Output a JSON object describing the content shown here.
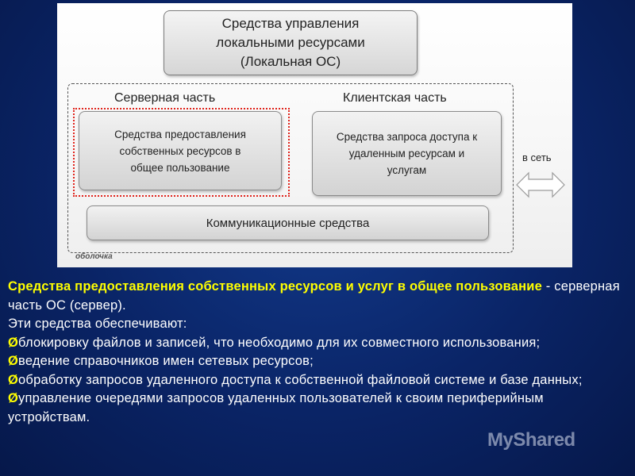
{
  "diagram": {
    "top_box": "Средства управления\nлокальными ресурсами\n(Локальная ОС)",
    "server_label": "Серверная часть",
    "client_label": "Клиентская часть",
    "server_box": "Средства предоставления\nсобственных ресурсов в\nобщее пользование",
    "client_box": "Средства запроса доступа к\nудаленным ресурсам и\nуслугам",
    "network_label": "в сеть",
    "comm_box": "Коммуникационные средства",
    "shell_label": "оболочка"
  },
  "text": {
    "heading": "Средства предоставления собственных ресурсов и услуг в общее пользование",
    "heading_tail": " - серверная часть ОС (сервер).",
    "intro": "Эти средства обеспечивают:",
    "bullet_marker": "Ø",
    "bullets": [
      "блокировку файлов и записей, что необходимо для их совместного использования;",
      "ведение справочников имен сетевых ресурсов;",
      "обработку запросов удаленного доступа к собственной файловой системе и базе данных;",
      "управление очередями запросов удаленных пользователей к своим периферийным устройствам."
    ]
  },
  "watermark": "MyShared",
  "colors": {
    "background": "#0a2466",
    "highlight": "#ffff00",
    "red_outline": "#e0241c"
  }
}
